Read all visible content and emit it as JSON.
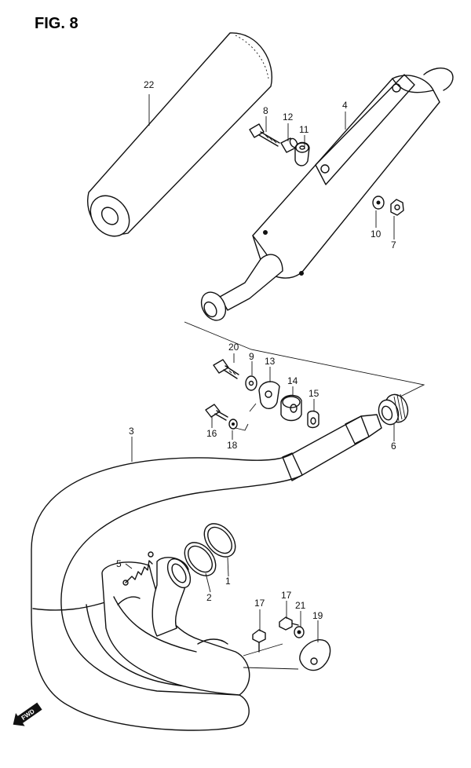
{
  "figure": {
    "title": "FIG. 8"
  },
  "callouts": {
    "c1": "1",
    "c2": "2",
    "c3": "3",
    "c4": "4",
    "c5": "5",
    "c6": "6",
    "c7": "7",
    "c8": "8",
    "c9": "9",
    "c10": "10",
    "c11": "11",
    "c12": "12",
    "c13": "13",
    "c14": "14",
    "c15": "15",
    "c16": "16",
    "c17a": "17",
    "c17b": "17",
    "c18": "18",
    "c19": "19",
    "c20": "20",
    "c21": "21",
    "c22": "22"
  },
  "direction_marker": {
    "label": "FWD",
    "icon": "fwd-arrow-icon"
  }
}
